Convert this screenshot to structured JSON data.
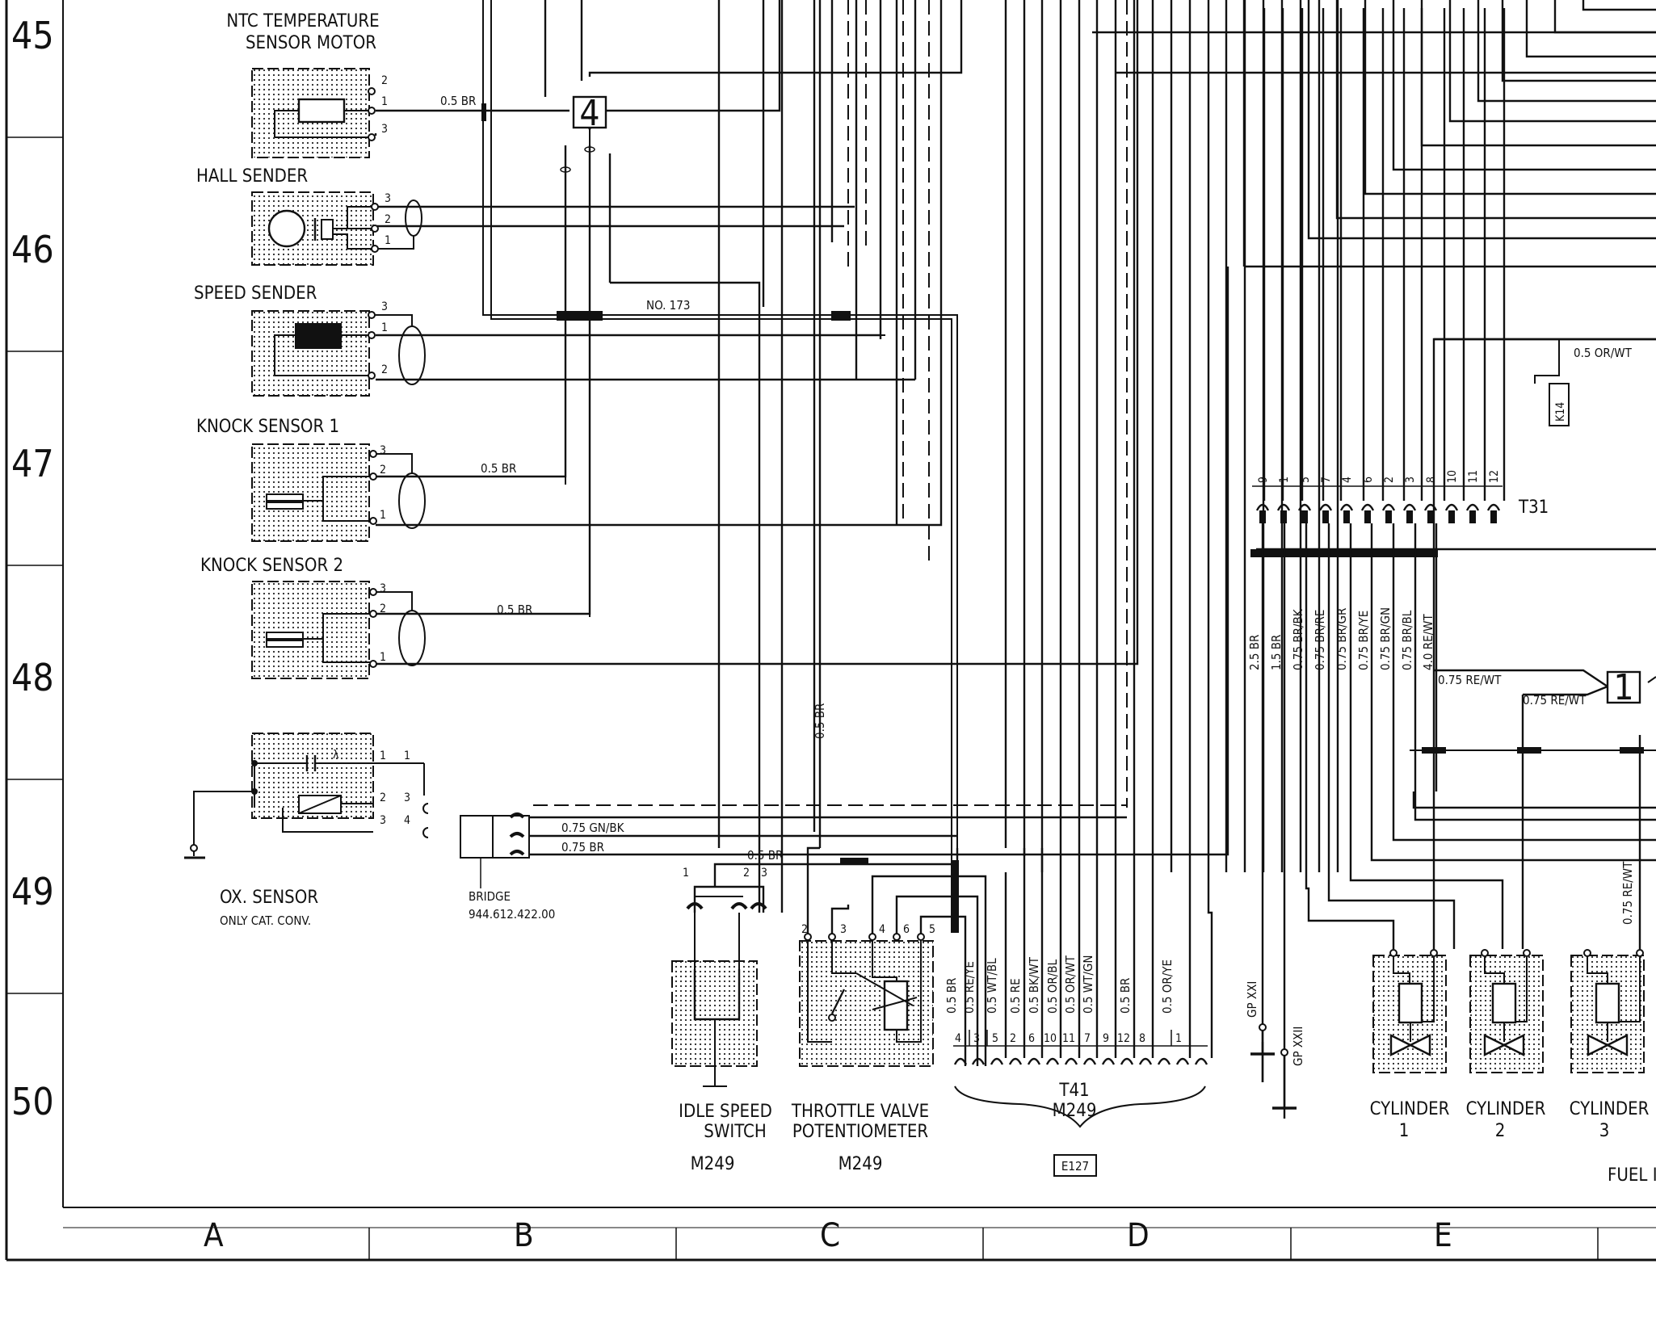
{
  "rows": [
    "45",
    "46",
    "47",
    "48",
    "49",
    "50"
  ],
  "columns": [
    "A",
    "B",
    "C",
    "D",
    "E"
  ],
  "components": {
    "ntc_sensor": {
      "title_line1": "NTC TEMPERATURE",
      "title_line2": "SENSOR MOTOR",
      "pins": [
        "2",
        "1",
        "3"
      ]
    },
    "hall_sender": {
      "title": "HALL SENDER",
      "pins": [
        "3",
        "2",
        "1"
      ]
    },
    "speed_sender": {
      "title": "SPEED SENDER",
      "pins": [
        "3",
        "1",
        "2"
      ]
    },
    "knock_sensor_1": {
      "title": "KNOCK SENSOR 1",
      "pins": [
        "3",
        "2",
        "1"
      ]
    },
    "knock_sensor_2": {
      "title": "KNOCK SENSOR 2",
      "pins": [
        "3",
        "2",
        "1"
      ]
    },
    "ox_sensor": {
      "title": "OX. SENSOR",
      "subtitle": "ONLY CAT. CONV.",
      "pins": [
        "1",
        "2",
        "3",
        "4"
      ],
      "pins_outer": [
        "1",
        "3",
        "4"
      ],
      "lambda": "λ"
    },
    "bridge": {
      "title": "BRIDGE",
      "part_number": "944.612.422.00"
    },
    "idle_speed_switch": {
      "title_line1": "IDLE SPEED",
      "title_line2": "SWITCH",
      "ref": "M249",
      "pins": [
        "1",
        "2",
        "3"
      ]
    },
    "throttle_valve_pot": {
      "title_line1": "THROTTLE VALVE",
      "title_line2": "POTENTIOMETER",
      "ref": "M249",
      "pins": [
        "2",
        "3",
        "4",
        "6",
        "5"
      ]
    },
    "t41_connector": {
      "name": "T41",
      "ref": "M249",
      "box": "E127",
      "pins": [
        "4",
        "3",
        "5",
        "2",
        "6",
        "10",
        "11",
        "7",
        "9",
        "12",
        "8",
        "1"
      ]
    },
    "t31_connector": {
      "name": "T31",
      "pins": [
        "9",
        "1",
        "5",
        "7",
        "4",
        "6",
        "2",
        "3",
        "8",
        "10",
        "11",
        "12"
      ]
    },
    "k14": {
      "label": "K14"
    },
    "cylinders": [
      {
        "label": "CYLINDER",
        "number": "1"
      },
      {
        "label": "CYLINDER",
        "number": "2"
      },
      {
        "label": "CYLINDER",
        "number": "3"
      }
    ],
    "ground_points": [
      "GP XXI",
      "GP XXII"
    ],
    "junction_4": "4",
    "junction_1": "1",
    "fuel_label": "FUEL I"
  },
  "wire_labels": {
    "ntc": "0.5 BR",
    "no173": "NO. 173",
    "knock1": "0.5 BR",
    "knock2": "0.5 BR",
    "gnbk": "0.75 GN/BK",
    "br075": "0.75 BR",
    "idle": "0.5 BR",
    "vertical_c": "0.5 BR",
    "t41_wires": [
      "0.5 BR",
      "0.5 RE/YE",
      "0.5 WT/BL",
      "0.5 RE",
      "0.5 BK/WT",
      "0.5 OR/BL",
      "0.5 OR/WT",
      "0.5 WT/GN",
      "0.5 BR",
      "0.5 OR/YE"
    ],
    "t31_wires": [
      "2.5 BR",
      "1.5 BR",
      "0.75 BR/BK",
      "0.75 BR/RE",
      "0.75 BR/GR",
      "0.75 BR/YE",
      "0.75 BR/GN",
      "0.75 BR/BL",
      "4.0 RE/WT"
    ],
    "orwt": "0.5 OR/WT",
    "rewt1": "0.75 RE/WT",
    "rewt2": "0.75 RE/WT",
    "rewt_vertical": "0.75 RE/WT"
  }
}
